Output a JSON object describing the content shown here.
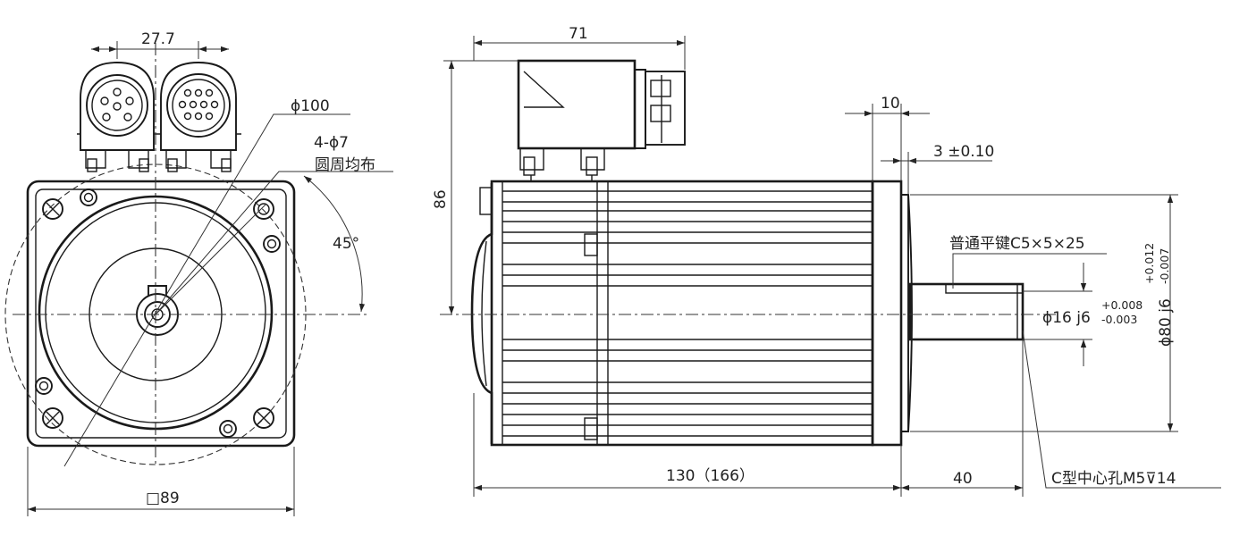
{
  "front_view": {
    "dim_connector_spacing": "27.7",
    "dim_pcd": "ϕ100",
    "dim_holes": "4-ϕ7",
    "note_holes": "圆周均布",
    "dim_angle": "45°",
    "dim_flange": "□89"
  },
  "side_view": {
    "dim_connector_width": "71",
    "dim_height": "86",
    "dim_pilot_length": "10",
    "dim_pilot_step": "3 ±0.10",
    "key_note": "普通平键C5×5×25",
    "shaft_dia": "ϕ16 j6",
    "shaft_tol_upper": "+0.008",
    "shaft_tol_lower": "-0.003",
    "pilot_dia": "ϕ80 j6",
    "pilot_tol_upper": "+0.012",
    "pilot_tol_lower": "-0.007",
    "dim_body_length": "130（166）",
    "dim_shaft_length": "40",
    "center_hole_note": "C型中心孔M5⊽14"
  }
}
